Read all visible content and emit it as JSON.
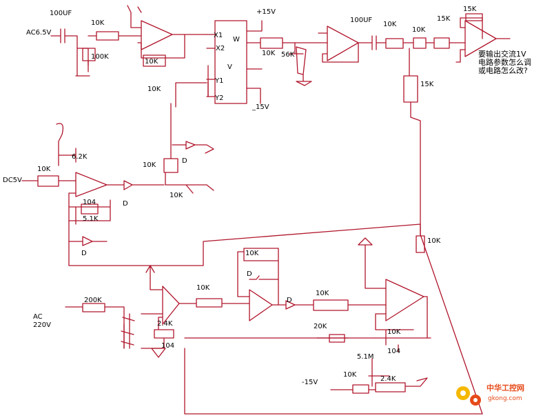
{
  "labels": {
    "c_top_100uf": "100UF",
    "ac65": "AC6.5V",
    "r_top_10k_a": "10K",
    "r_top_100k": "100K",
    "r_top_10k_fb": "10K",
    "mult_x1": "X1",
    "mult_x2": "X2",
    "mult_w": "W",
    "mult_v": "V",
    "mult_y1": "Y1",
    "mult_y2": "Y2",
    "plus15": "+15V",
    "minus15_mult": "_15V",
    "r_10k_w": "10K",
    "r_56k": "56K",
    "c_100uf_out": "100UF",
    "r_out_10k_a": "10K",
    "r_out_10k_b": "10K",
    "r_out_15k_a": "15K",
    "r_out_15k_fb": "15K",
    "r_out_15k_v": "15K",
    "r_mid_10k": "10K",
    "r_6_2k": "6.2K",
    "dc5v": "DC5V",
    "r_dc_10k": "10K",
    "d1": "D",
    "d2": "D",
    "d3": "D",
    "r_d_10k": "10K",
    "r_d_10k_b": "10K",
    "c_104_a": "104",
    "r_5_1k": "5.1K",
    "r_right_10k": "10K",
    "r_10k_box": "10K",
    "d4": "D",
    "ac220_1": "AC",
    "ac220_2": "220V",
    "r_200k": "200K",
    "r_2_4k": "2.4K",
    "c_104_b": "104",
    "r_bot_10k": "10K",
    "d5": "D",
    "r_bot_10k_b": "10K",
    "r_20k": "20K",
    "r_bot_10k_c": "10K",
    "c_104_c": "104",
    "r_5_1m": "5.1M",
    "minus15": "-15V",
    "r_bot_10k_d": "10K",
    "r_bot_2_4k": "2.4K"
  },
  "question": {
    "line1": "要输出交流1V",
    "line2": "电路参数怎么调",
    "line3": "或电路怎么改?"
  },
  "watermark": {
    "brand": "中华工控网",
    "site": "gkong.com"
  },
  "colors": {
    "wire": "#b0142a",
    "text": "#000000",
    "watermark": "#e64a19"
  }
}
